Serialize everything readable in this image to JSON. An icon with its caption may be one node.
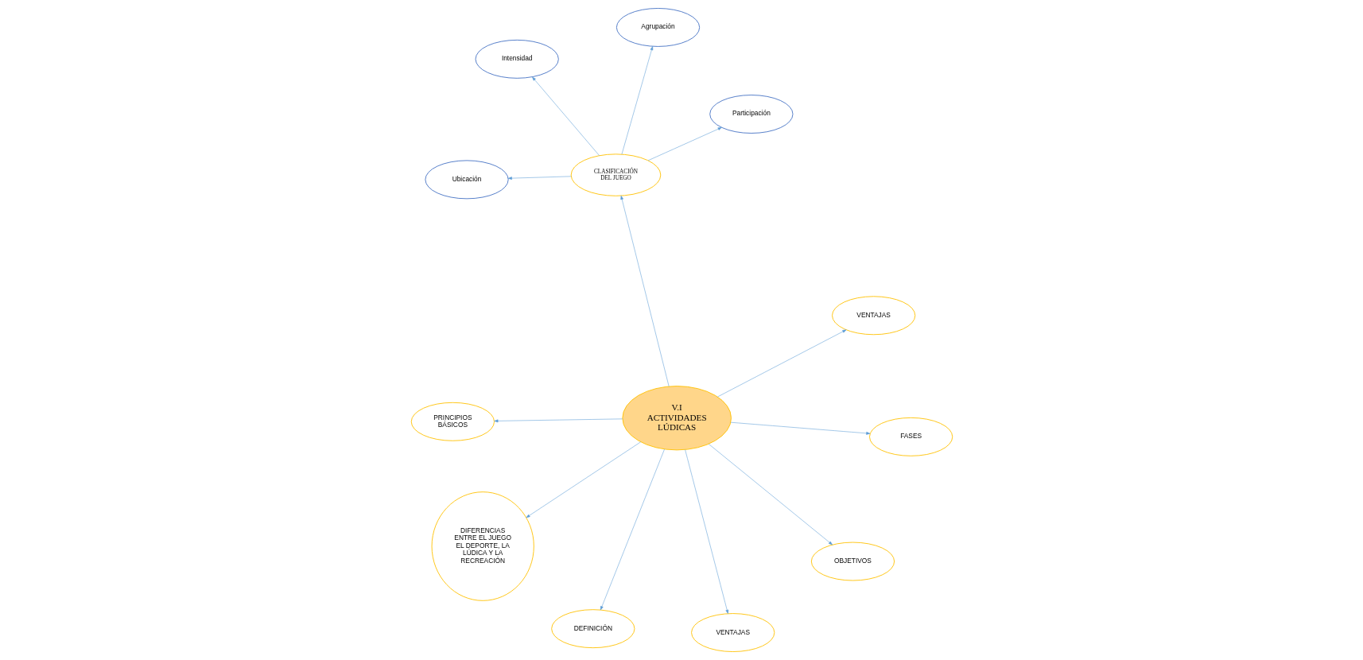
{
  "diagram": {
    "nodes": [
      {
        "text": [
          "V.I ACTIVIDADES LÚDICAS"
        ]
      },
      {
        "text": [
          "VENTAJAS"
        ]
      },
      {
        "text": [
          "DEFINICIÓN"
        ]
      },
      {
        "text": [
          "CLASIFICACIÓN DEL JUEGO"
        ]
      },
      {
        "text": [
          "Agrupación"
        ]
      },
      {
        "text": [
          "Intensidad"
        ]
      },
      {
        "text": [
          "Ubicación"
        ]
      },
      {
        "text": [
          "Participación"
        ]
      },
      {
        "text": [
          "DIFERENCIAS ENTRE EL JUEGO EL DEPORTE, LA LÚDICA Y LA RECREACIÓN"
        ]
      },
      {
        "text": [
          "OBJETIVOS"
        ]
      },
      {
        "text": [
          "VENTAJAS"
        ]
      },
      {
        "text": [
          "PRINCIPIOS BÁSICOS"
        ]
      },
      {
        "text": [
          "FASES"
        ]
      }
    ],
    "edges": [
      {
        "from": 0,
        "to": 1,
        "arrow": "to"
      },
      {
        "from": 0,
        "to": 2,
        "arrow": "to"
      },
      {
        "from": 0,
        "to": 3,
        "arrow": "to"
      },
      {
        "from": 3,
        "to": 4,
        "arrow": "to"
      },
      {
        "from": 3,
        "to": 5,
        "arrow": "to"
      },
      {
        "from": 3,
        "to": 6,
        "arrow": "to"
      },
      {
        "from": 3,
        "to": 7,
        "arrow": "to"
      },
      {
        "from": 0,
        "to": 8,
        "arrow": "to"
      },
      {
        "from": 0,
        "to": 9,
        "arrow": "to"
      },
      {
        "from": 0,
        "to": 10,
        "arrow": "to"
      },
      {
        "from": 0,
        "to": 11,
        "arrow": "to"
      },
      {
        "from": 0,
        "to": 12,
        "arrow": "to"
      }
    ]
  }
}
